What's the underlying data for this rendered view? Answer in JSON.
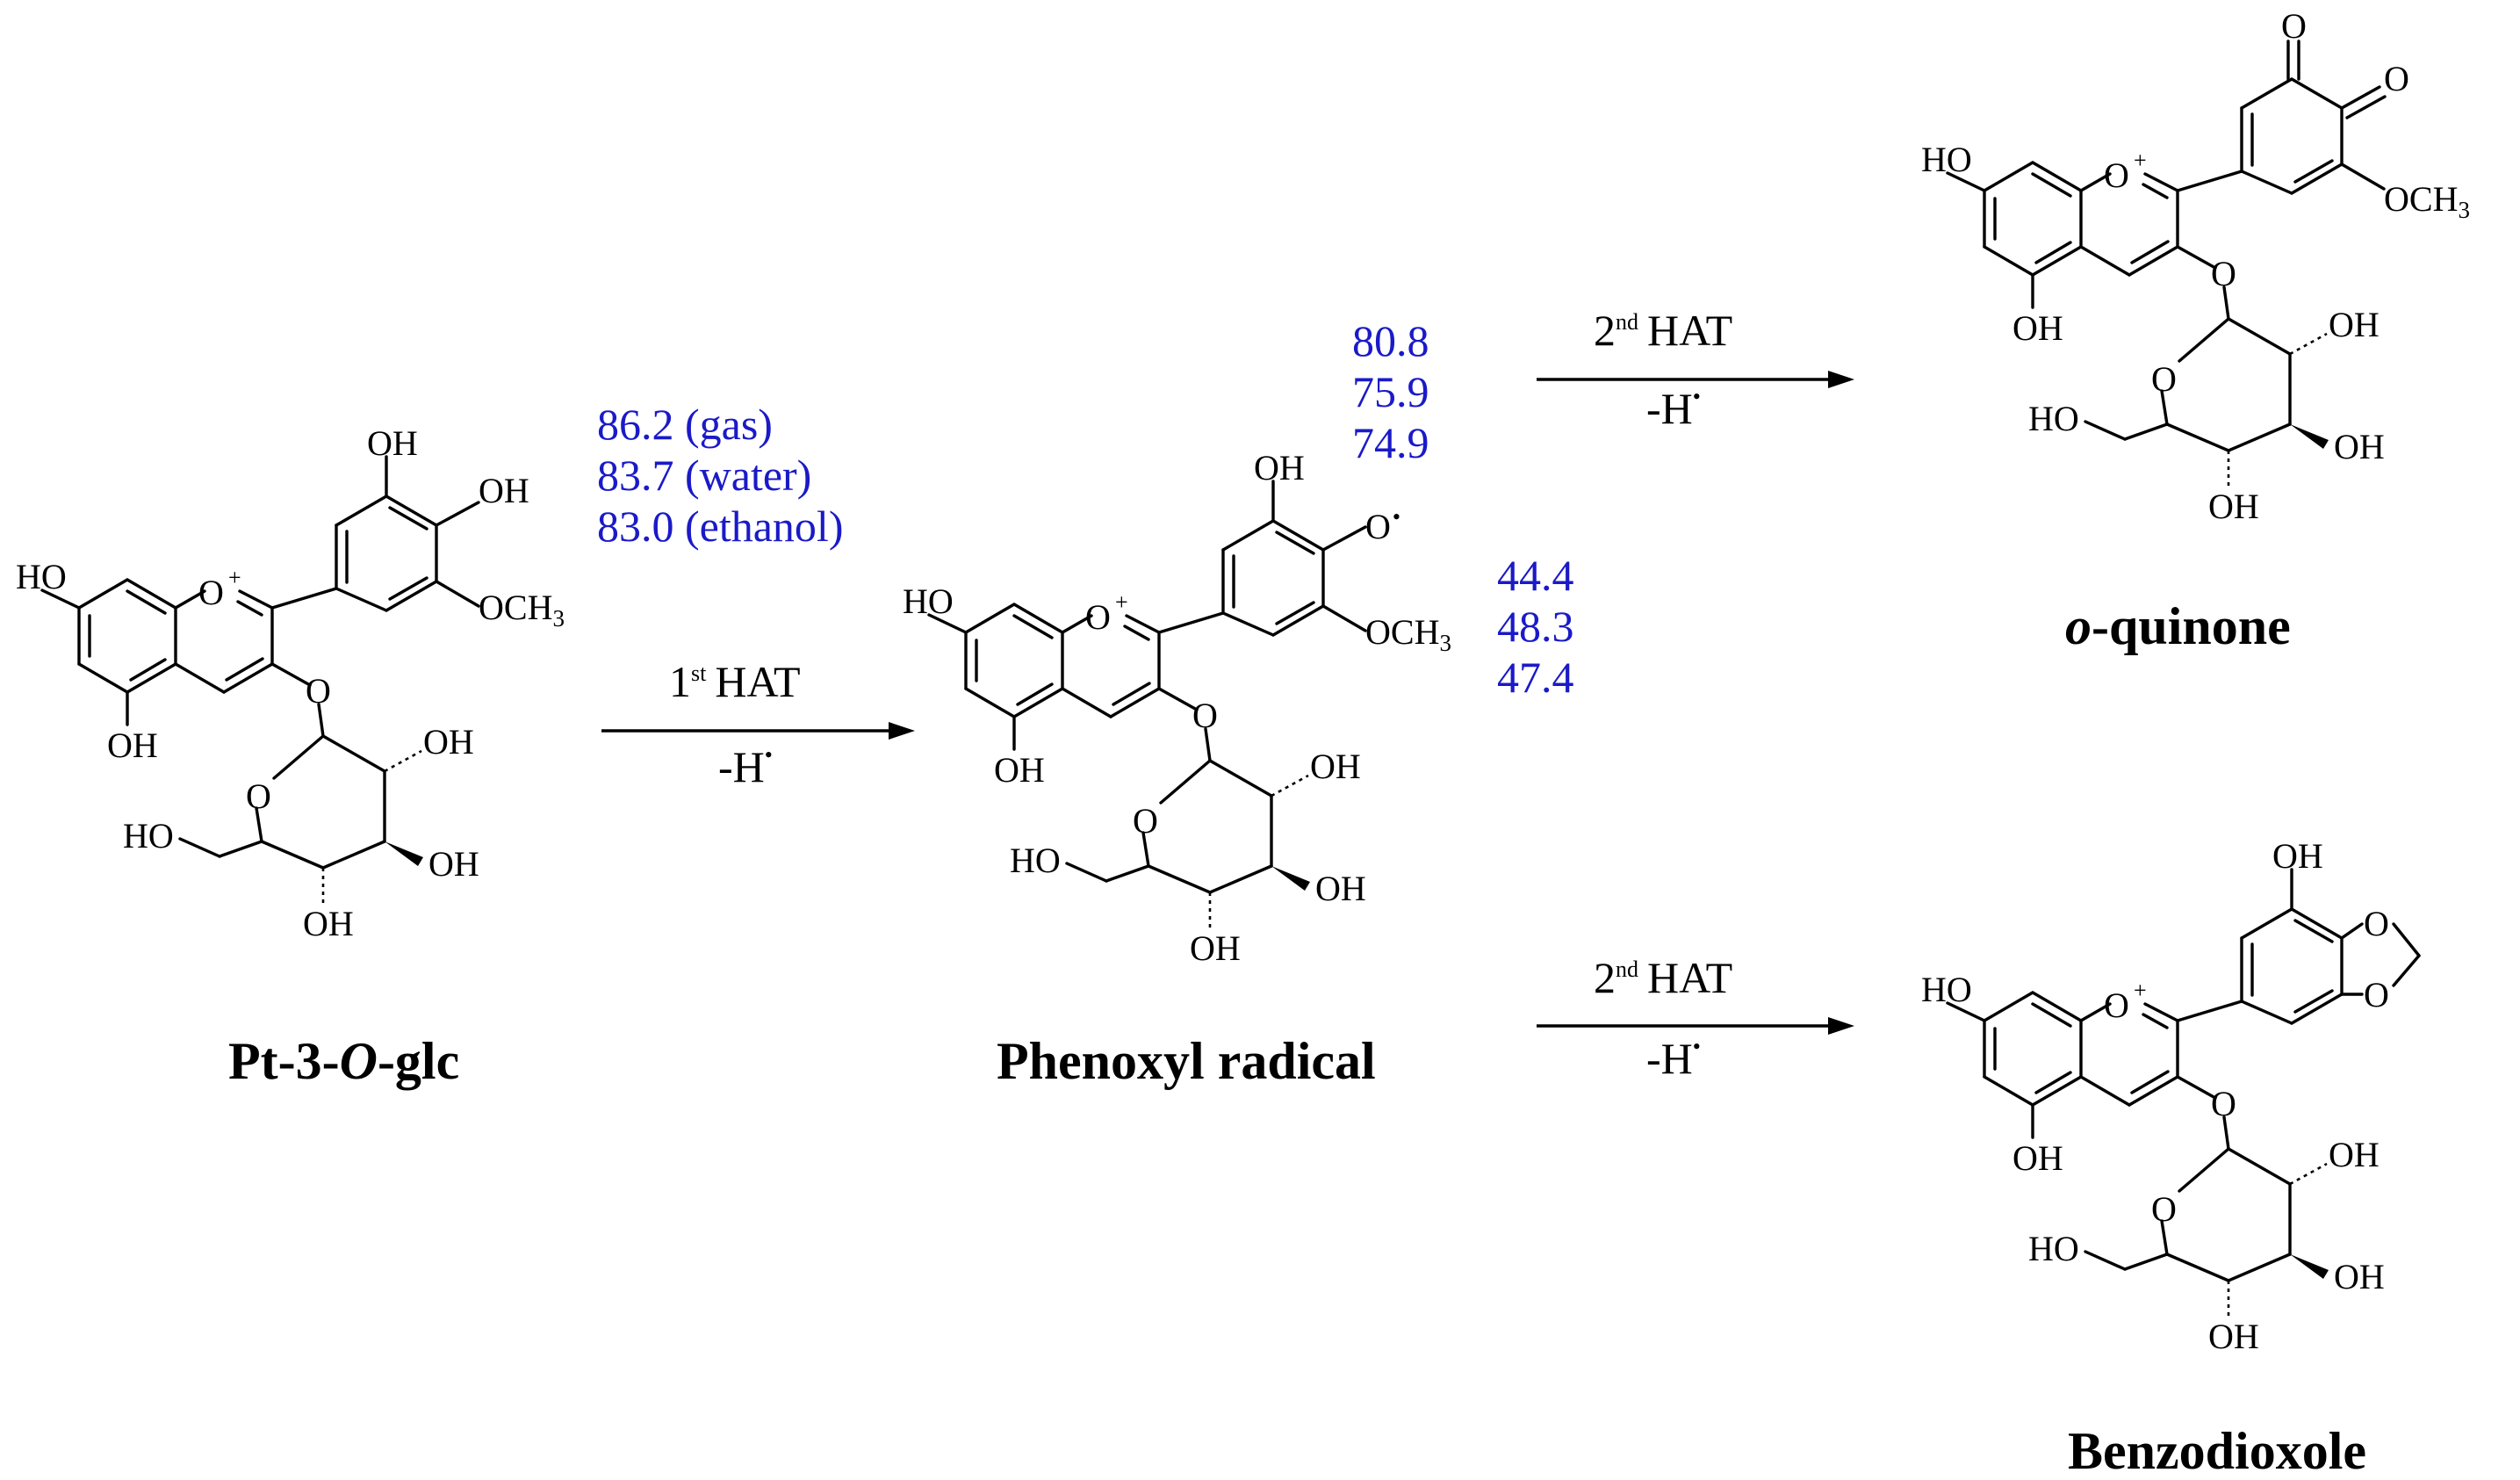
{
  "colors": {
    "energy": "#1a1ac8",
    "ink": "#000000"
  },
  "compounds": {
    "start": "Pt-3-O-glc",
    "radical": "Phenoxyl radical",
    "quinone": "o-quinone",
    "dioxole": "Benzodioxole"
  },
  "steps": {
    "first": {
      "label": "HAT",
      "ordinal_num": "1",
      "ordinal_sup": "st",
      "loss": "-H",
      "dot": "•"
    },
    "second_top": {
      "label": "HAT",
      "ordinal_num": "2",
      "ordinal_sup": "nd",
      "loss": "-H",
      "dot": "•"
    },
    "second_bottom": {
      "label": "HAT",
      "ordinal_num": "2",
      "ordinal_sup": "nd",
      "loss": "-H",
      "dot": "•"
    }
  },
  "energies": {
    "bde_first": [
      "86.2 (gas)",
      "83.7 (water)",
      "83.0 (ethanol)"
    ],
    "bde_quinone": [
      "80.8",
      "75.9",
      "74.9"
    ],
    "bde_dioxole": [
      "44.4",
      "48.3",
      "47.4"
    ]
  },
  "atoms": {
    "oh": "OH",
    "ho": "HO",
    "o": "O",
    "plus": "+",
    "och": "OCH",
    "three": "3",
    "radical_dot": "•"
  }
}
